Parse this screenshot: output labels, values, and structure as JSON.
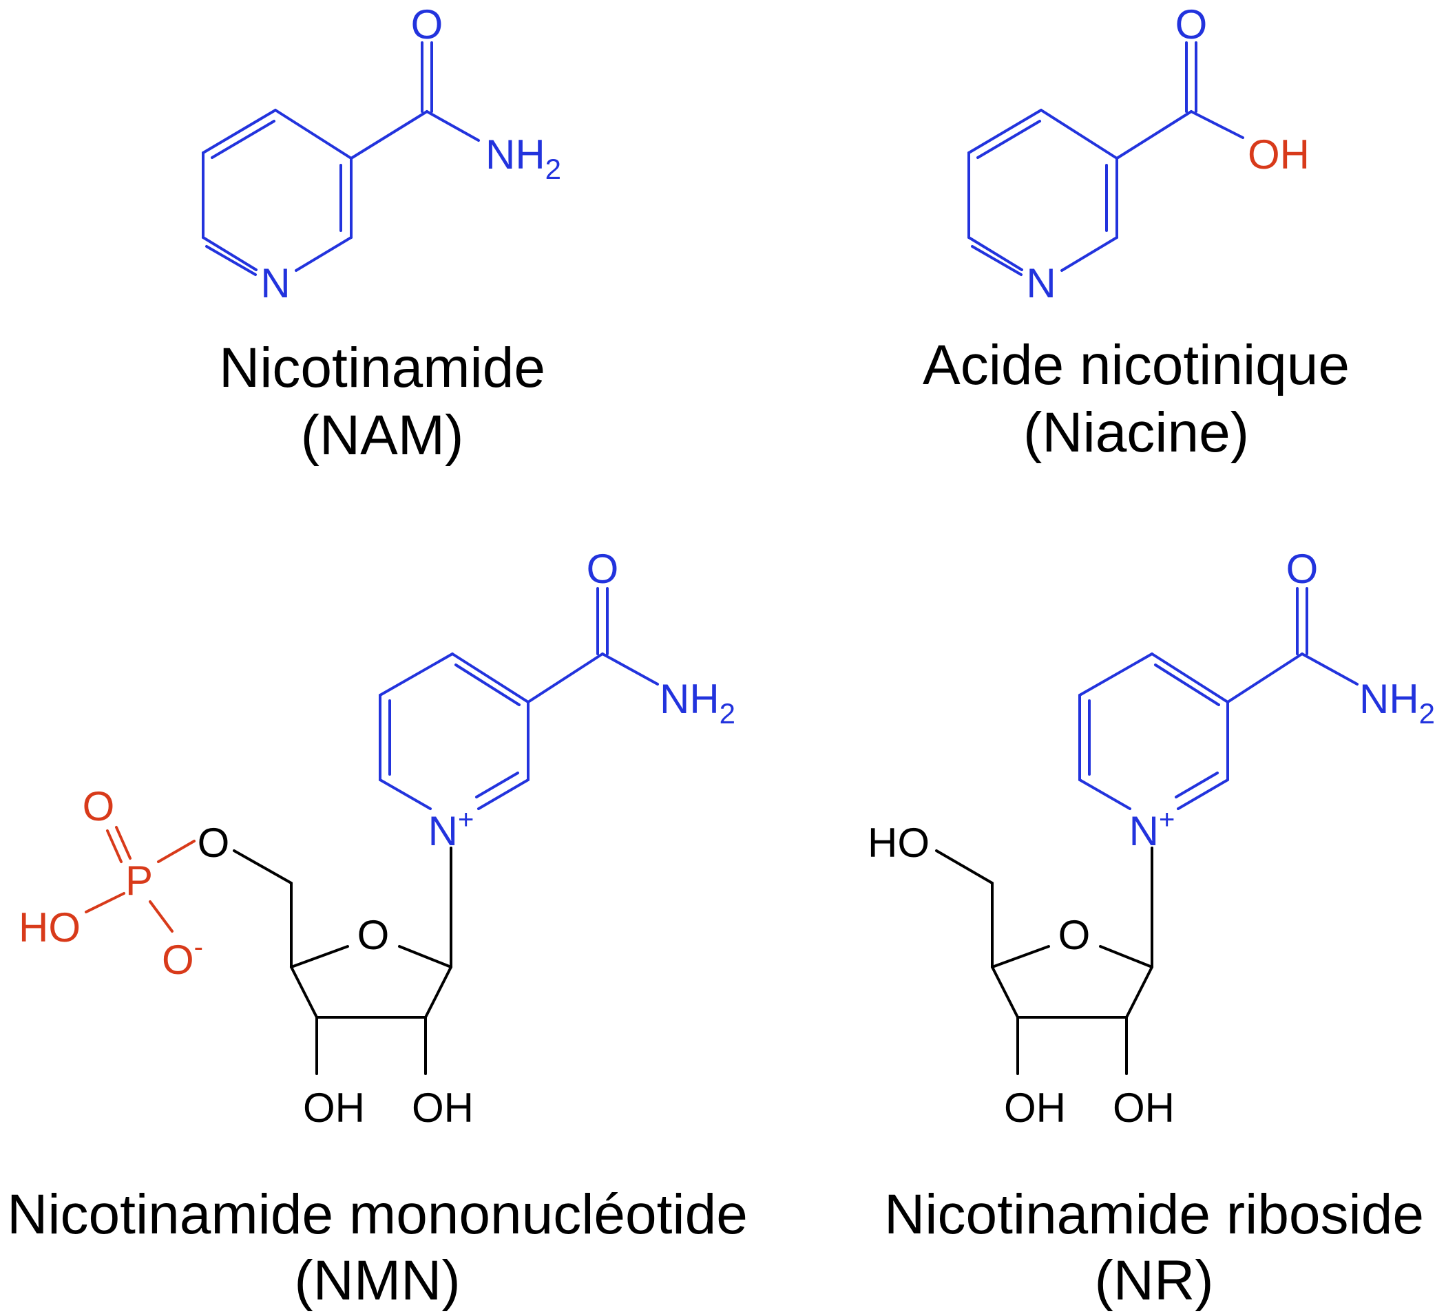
{
  "colors": {
    "blue": "#2233dd",
    "red": "#d83a1a",
    "black": "#000000"
  },
  "molecules": [
    {
      "name": "Nicotinamide",
      "abbr": "(NAM)",
      "atoms": {
        "ring_n": "N",
        "carbonyl_o": "O",
        "amide": "NH",
        "amide_sub": "2"
      }
    },
    {
      "name": "Acide nicotinique",
      "abbr": "(Niacine)",
      "atoms": {
        "ring_n": "N",
        "carbonyl_o": "O",
        "acid_oh": "OH"
      }
    },
    {
      "name": "Nicotinamide mononucléotide",
      "abbr": "(NMN)",
      "atoms": {
        "ring_n": "N",
        "ring_charge": "+",
        "carbonyl_o": "O",
        "amide": "NH",
        "amide_sub": "2",
        "ring_o": "O",
        "oh_left": "OH",
        "oh_right": "OH",
        "ester_o": "O",
        "phosphorus": "P",
        "p_double_o": "O",
        "p_ho": "HO",
        "p_o_minus": "O",
        "p_charge": "-"
      }
    },
    {
      "name": "Nicotinamide riboside",
      "abbr": "(NR)",
      "atoms": {
        "ring_n": "N",
        "ring_charge": "+",
        "carbonyl_o": "O",
        "amide": "NH",
        "amide_sub": "2",
        "ring_o": "O",
        "oh_left": "OH",
        "oh_right": "OH",
        "ch2_ho": "HO"
      }
    }
  ]
}
